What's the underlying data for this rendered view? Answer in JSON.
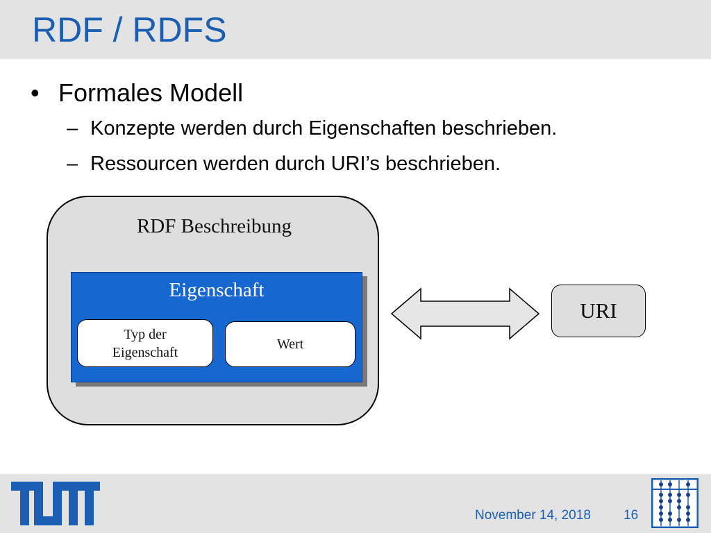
{
  "slide": {
    "title": "RDF / RDFS",
    "bullet_marker": "•",
    "bullet": "Formales Modell",
    "dash": "–",
    "subbullets": [
      "Konzepte werden durch Eigenschaften beschrieben.",
      "Ressourcen werden durch URI’s beschrieben."
    ]
  },
  "diagram": {
    "outer_label": "RDF Beschreibung",
    "inner_label": "Eigenschaft",
    "left_box_line1": "Typ der",
    "left_box_line2": "Eigenschaft",
    "right_box": "Wert",
    "uri_label": "URI"
  },
  "footer": {
    "date": "November 14, 2018",
    "page": "16"
  },
  "icons": {
    "tum_logo": "tum-logo",
    "abacus_logo": "abacus-logo",
    "arrow": "double-headed-arrow-icon"
  },
  "colors": {
    "accent": "#1a5fb4",
    "property_box": "#1767d1",
    "panel_gray": "#dedede"
  }
}
